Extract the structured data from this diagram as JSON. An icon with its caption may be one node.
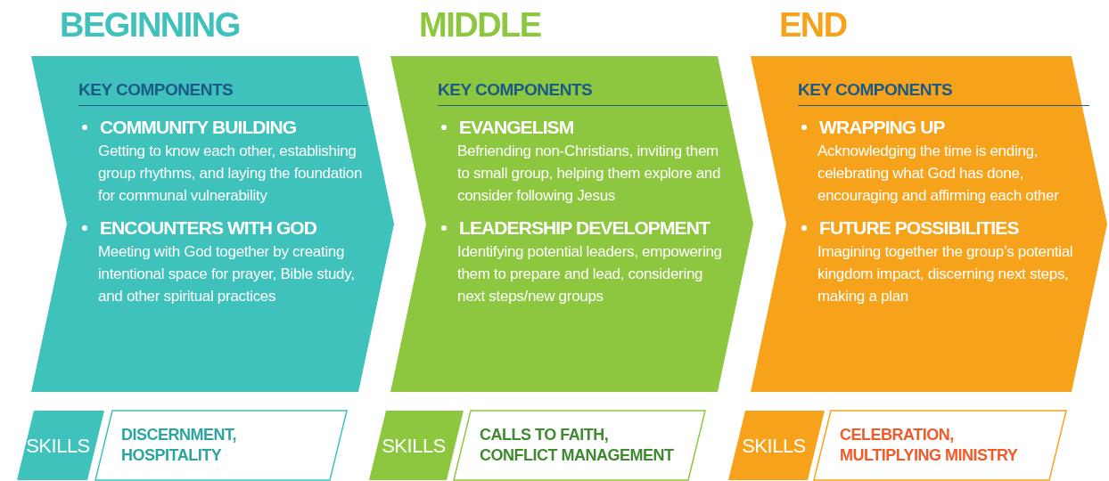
{
  "diagram": {
    "nodes": [
      {
        "text": [
          "BEGINNING",
          "KEY COMPONENTS",
          "COMMUNITY BUILDING",
          "Getting to know each other, establishing group rhythms, and laying the foundation for communal vulnerability",
          "ENCOUNTERS WITH GOD",
          "Meeting with God together by creating intentional space for prayer, Bible study, and other spiritual practices"
        ]
      },
      {
        "text": [
          "MIDDLE",
          "KEY COMPONENTS",
          "EVANGELISM",
          "Befriending non-Christians, inviting them to small group, helping them explore and consider following Jesus",
          "LEADERSHIP DEVELOPMENT",
          "Identifying potential leaders, empowering them to prepare and lead, considering next steps/new groups"
        ]
      },
      {
        "text": [
          "END",
          "KEY COMPONENTS",
          "WRAPPING UP",
          "Acknowledging the time is ending, celebrating what God has done, encouraging and affirming each other",
          "FUTURE POSSIBILITIES",
          "Imagining together the group’s potential kingdom impact, discerning next steps, making a plan"
        ]
      },
      {
        "text": [
          "SKILLS"
        ]
      },
      {
        "text": [
          "DISCERNMENT, HOSPITALITY"
        ]
      },
      {
        "text": [
          "SKILLS"
        ]
      },
      {
        "text": [
          "CALLS TO FAITH, CONFLICT MANAGEMENT"
        ]
      },
      {
        "text": [
          "SKILLS"
        ]
      },
      {
        "text": [
          "CELEBRATION, MULTIPLYING MINISTRY"
        ]
      }
    ]
  }
}
